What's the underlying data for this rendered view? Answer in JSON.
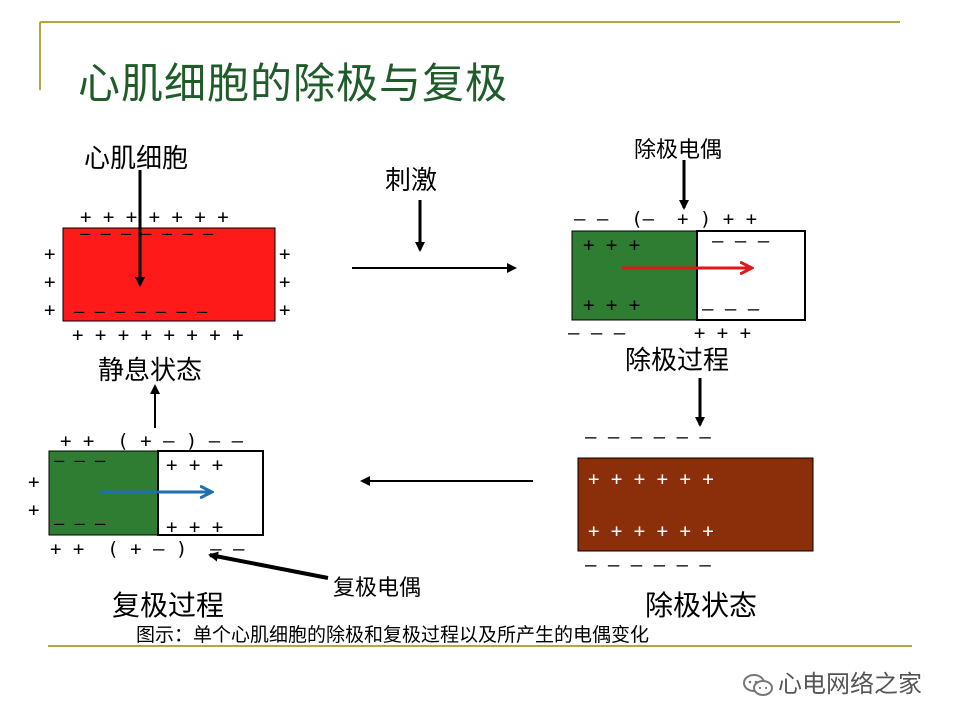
{
  "title": "心肌细胞的除极与复极",
  "labels": {
    "cell": "心肌细胞",
    "stimulus": "刺激",
    "depol_dipole": "除极电偶",
    "resting_state": "静息状态",
    "depol_process": "除极过程",
    "repol_process": "复极过程",
    "repol_dipole": "复极电偶",
    "depol_state": "除极状态"
  },
  "caption": "图示：单个心肌细胞的除极和复极过程以及所产生的电偶变化",
  "watermark": "心电网络之家",
  "charges": {
    "resting_top": "+ + + + + + +",
    "resting_bottom": "+ + + + + + + +",
    "resting_inner_top": "— — — — — — —",
    "resting_inner_bottom": "— — — — — — —",
    "resting_left": "+\n+\n+",
    "resting_right": "+\n+\n+",
    "depol_top": "— —  (—  + ) + +",
    "depol_bottom": "— — —      + + +",
    "depol_in_green_top": "+ + +",
    "depol_in_green_bottom": "+ + +",
    "depol_in_white_top": "— — —",
    "depol_in_white_bottom": "— — —",
    "repol_top": "+ +  ( + — ) — —",
    "repol_bottom": "+ +  ( + — )  — —",
    "repol_in_green_top": "— — —",
    "repol_in_green_bottom": "— — —",
    "repol_in_white_top": "+ + +",
    "repol_in_white_bottom": "+ + +",
    "repol_left": "+\n+",
    "state_top": "— — — — — —",
    "state_bottom": "— — — — — —",
    "state_in_top": "+ + + + + +",
    "state_in_bottom": "+ + + + + +"
  },
  "colors": {
    "title": "#1f5c2a",
    "rule": "#b5a640",
    "resting_cell": "#ff1a1a",
    "depolarized_green": "#2e7d32",
    "depolarized_state": "#8b2e0a",
    "red_arrow": "#e01818",
    "blue_arrow": "#1e6fb0"
  }
}
